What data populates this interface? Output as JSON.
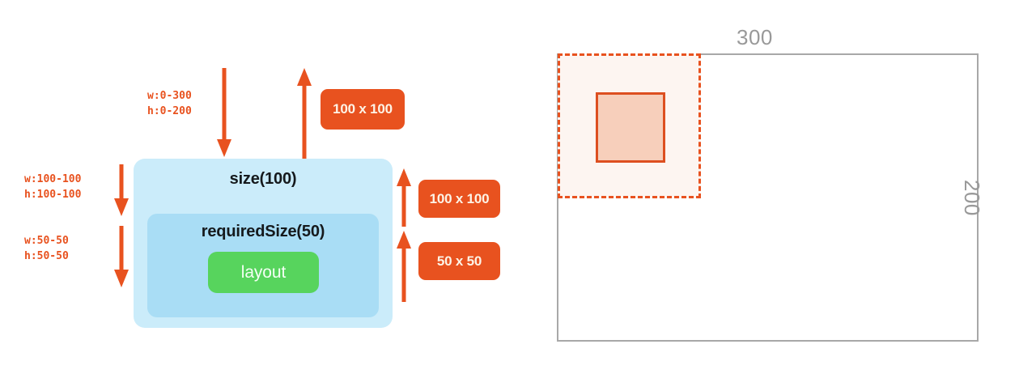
{
  "diagram": {
    "title": "size and requiredSize layout constraints",
    "colors": {
      "accent_orange": "#e8521f",
      "outer_box_blue": "#cbecfa",
      "inner_box_blue": "#a9ddf5",
      "layout_green": "#57d45d",
      "rect_gray": "#a8a8a8",
      "square_fill_salmon": "#f7cfbb",
      "square_border_orange": "#dd4f20",
      "dashed_fill": "#fdf5f1"
    },
    "left_panel": {
      "outer_box_label": "size(100)",
      "inner_box_label": "requiredSize(50)",
      "layout_button_label": "layout",
      "constraints": {
        "incoming": "w:0-300\nh:0-200",
        "to_inner": "w:100-100\nh:100-100",
        "to_layout": "w:50-50\nh:50-50"
      },
      "badges": {
        "top": "100 x 100",
        "middle": "100 x 100",
        "bottom": "50 x 50"
      },
      "arrows": {
        "incoming_down": "arrow-down-icon",
        "outgoing_up": "arrow-up-icon",
        "constraint_down_outer": "arrow-down-icon",
        "constraint_down_inner": "arrow-down-icon",
        "result_up_outer": "arrow-up-icon",
        "result_up_inner": "arrow-up-icon"
      }
    },
    "right_panel": {
      "container_width_label": "300",
      "container_height_label": "200",
      "dashed_region_name": "size-region-100x100",
      "solid_square_name": "required-size-region-50x50"
    }
  }
}
